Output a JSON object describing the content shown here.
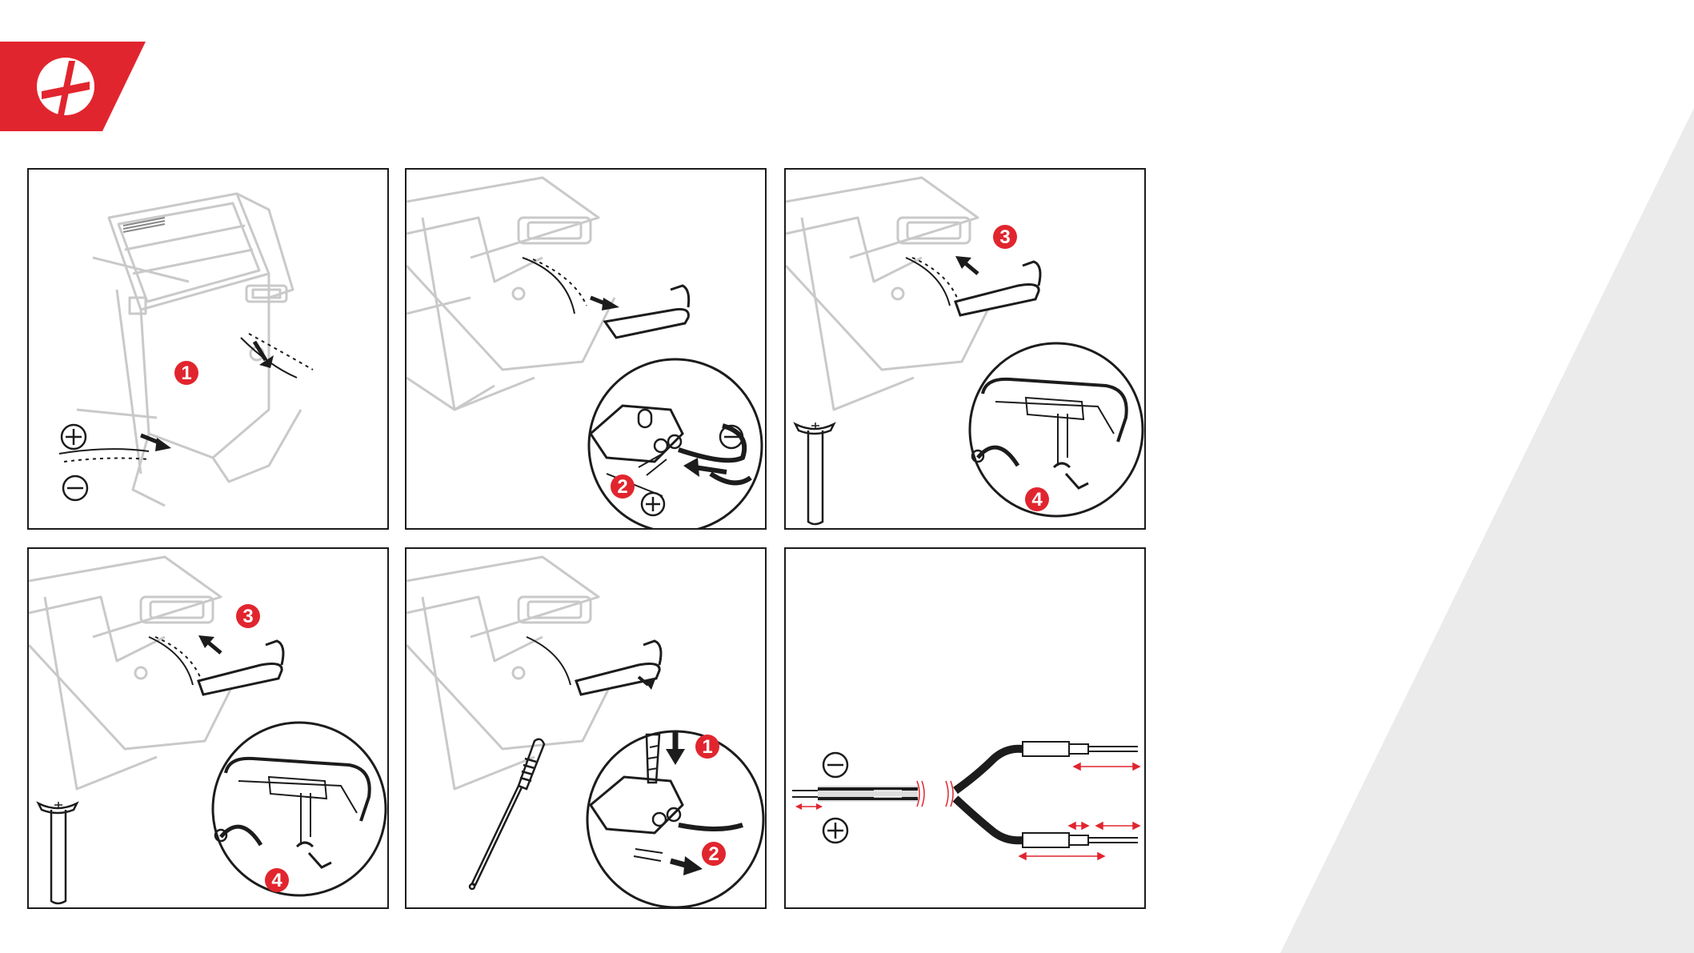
{
  "colors": {
    "accent": "#E1252E",
    "line": "#1c1c1c",
    "faint": "#c9c9c9",
    "background_shape": "#ebebeb"
  },
  "logo": {
    "icon": "plus-arrow-logo-icon"
  },
  "panels": [
    {
      "id": "panel-1",
      "steps": [
        "1"
      ],
      "symbols": [
        "plus",
        "minus"
      ]
    },
    {
      "id": "panel-2",
      "steps": [
        "2"
      ],
      "symbols": [
        "minus",
        "plus"
      ]
    },
    {
      "id": "panel-3",
      "steps": [
        "3",
        "4"
      ],
      "symbols": []
    },
    {
      "id": "panel-4",
      "steps": [
        "3",
        "4"
      ],
      "symbols": []
    },
    {
      "id": "panel-5",
      "steps": [
        "1",
        "2"
      ],
      "symbols": []
    },
    {
      "id": "panel-6",
      "steps": [],
      "symbols": [
        "minus",
        "plus"
      ]
    }
  ]
}
